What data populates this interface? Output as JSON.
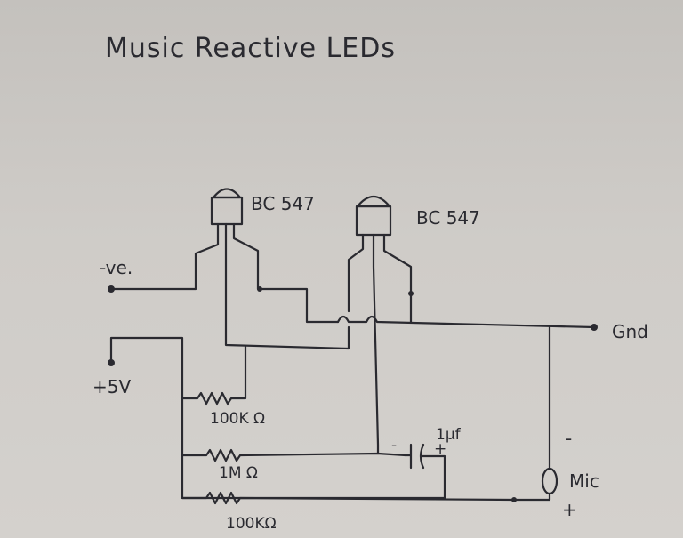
{
  "title": "Music Reactive LEDs",
  "transistor_1": "BC 547",
  "transistor_2": "BC 547",
  "neg_label": "-ve.",
  "pos_supply": "+5V",
  "ground": "Gnd",
  "r1": "100K Ω",
  "r2": "1M Ω",
  "r3": "100KΩ",
  "capacitor": "1μf",
  "cap_minus": "-",
  "cap_plus": "+",
  "mic": "Mic",
  "mic_minus": "-",
  "mic_plus": "+"
}
